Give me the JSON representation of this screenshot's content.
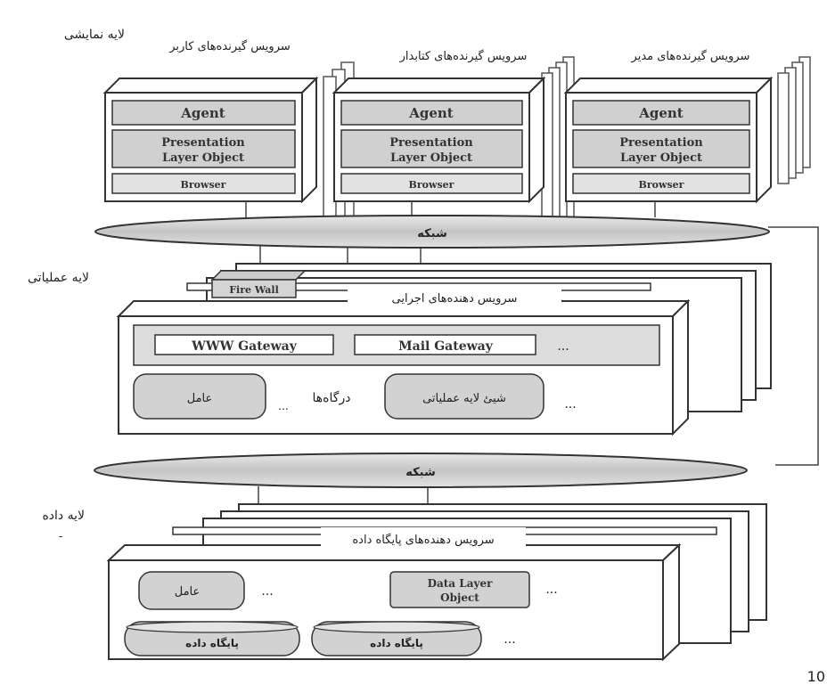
{
  "layers": {
    "presentation": "لایه نمایشی",
    "application": "لایه عملیاتی",
    "data": "لایه داده",
    "data_dash": "-"
  },
  "clients": [
    {
      "title": "سرویس گیرنده‌های کاربر",
      "agent": "Agent",
      "plo1": "Presentation",
      "plo2": "Layer Object",
      "browser": "Browser"
    },
    {
      "title": "سرویس گیرنده‌های کتابدار",
      "agent": "Agent",
      "plo1": "Presentation",
      "plo2": "Layer Object",
      "browser": "Browser"
    },
    {
      "title": "سرویس گیرنده‌های مدیر",
      "agent": "Agent",
      "plo1": "Presentation",
      "plo2": "Layer Object",
      "browser": "Browser"
    }
  ],
  "network_label": "شبکه",
  "app_server": {
    "title": "سرویس دهنده‌های اجرایی",
    "firewall": "Fire Wall",
    "www_gateway": "WWW Gateway",
    "mail_gateway": "Mail Gateway",
    "gateways_label": "درگاه‌ها",
    "agent": "عامل",
    "app_object": "شیئ لایه عملیاتی",
    "ellipsis": "..."
  },
  "db_server": {
    "title": "سرویس دهنده‌های پایگاه داده",
    "agent": "عامل",
    "dlo1": "Data Layer",
    "dlo2": "Object",
    "database": "پایگاه داده",
    "ellipsis": "..."
  },
  "page_number": "10"
}
